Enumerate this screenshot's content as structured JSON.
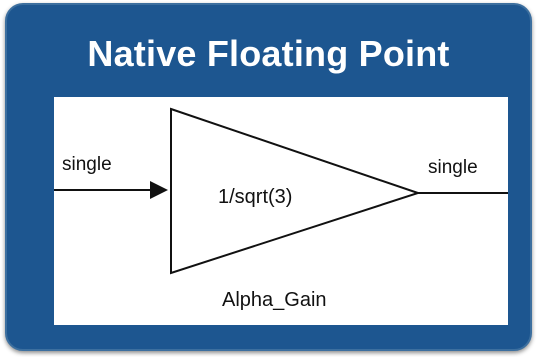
{
  "header": {
    "title": "Native Floating Point"
  },
  "diagram": {
    "block": {
      "type": "gain",
      "expression": "1/sqrt(3)",
      "name": "Alpha_Gain"
    },
    "input_signal": {
      "label": "single"
    },
    "output_signal": {
      "label": "single"
    },
    "colors": {
      "background": "#1d5690",
      "panel": "#ffffff",
      "stroke": "#111111"
    }
  }
}
